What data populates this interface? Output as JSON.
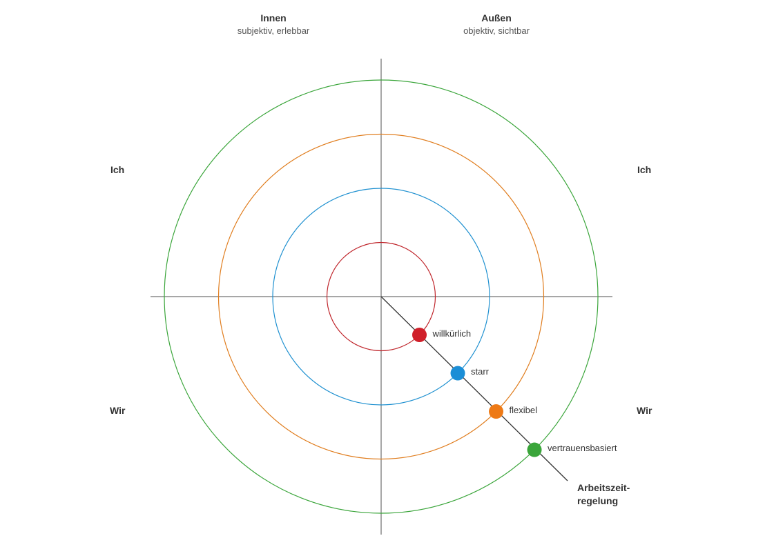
{
  "headers": {
    "left": {
      "title": "Innen",
      "subtitle": "subjektiv, erlebbar"
    },
    "right": {
      "title": "Außen",
      "subtitle": "objektiv, sichtbar"
    }
  },
  "sides": {
    "top_left": "Ich",
    "top_right": "Ich",
    "bottom_left": "Wir",
    "bottom_right": "Wir"
  },
  "axis_label": {
    "line1": "Arbeitszeit-",
    "line2": "regelung"
  },
  "rings": [
    {
      "level": 1,
      "color": "#c0272d"
    },
    {
      "level": 2,
      "color": "#1e90d0"
    },
    {
      "level": 3,
      "color": "#e07d1e"
    },
    {
      "level": 4,
      "color": "#3aa53a"
    }
  ],
  "points": [
    {
      "label": "willkürlich",
      "level": 1,
      "color": "#d0202a"
    },
    {
      "label": "starr",
      "level": 2,
      "color": "#1b8ed6"
    },
    {
      "label": "flexibel",
      "level": 3,
      "color": "#ee7a16"
    },
    {
      "label": "vertrauensbasiert",
      "level": 4,
      "color": "#3aa53a"
    }
  ]
}
